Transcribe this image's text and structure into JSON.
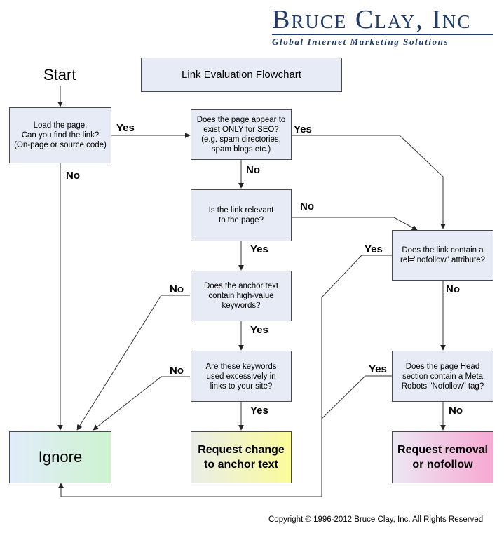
{
  "logo": {
    "company": "Bruce Clay, Inc",
    "tagline": "Global Internet Marketing Solutions"
  },
  "title": "Link Evaluation Flowchart",
  "start": "Start",
  "nodes": {
    "load_page": "Load the page.\nCan you find the link?\n(On-page or source code)",
    "seo_only": "Does the page appear to\nexist ONLY for SEO?\n(e.g. spam directories,\nspam blogs etc.)",
    "relevant": "Is the link relevant\nto the page?",
    "anchor_keywords": "Does the anchor text\ncontain high-value\nkeywords?",
    "excessive": "Are these keywords\nused excessively in\nlinks to your site?",
    "nofollow_attr": "Does the link contain a\nrel=\"nofollow\" attribute?",
    "meta_robots": "Does the page Head\nsection contain a Meta\nRobots \"Nofollow\" tag?",
    "ignore": "Ignore",
    "request_change": "Request change\nto anchor text",
    "request_removal": "Request removal\nor nofollow"
  },
  "edge_labels": {
    "load_yes": "Yes",
    "load_no": "No",
    "seo_yes": "Yes",
    "seo_no": "No",
    "relevant_no": "No",
    "relevant_yes": "Yes",
    "anchor_no": "No",
    "anchor_yes": "Yes",
    "excessive_no": "No",
    "excessive_yes": "Yes",
    "nofollow_yes": "Yes",
    "nofollow_no": "No",
    "meta_yes": "Yes",
    "meta_no": "No"
  },
  "copyright": "Copyright © 1996-2012 Bruce Clay, Inc. All Rights Reserved"
}
